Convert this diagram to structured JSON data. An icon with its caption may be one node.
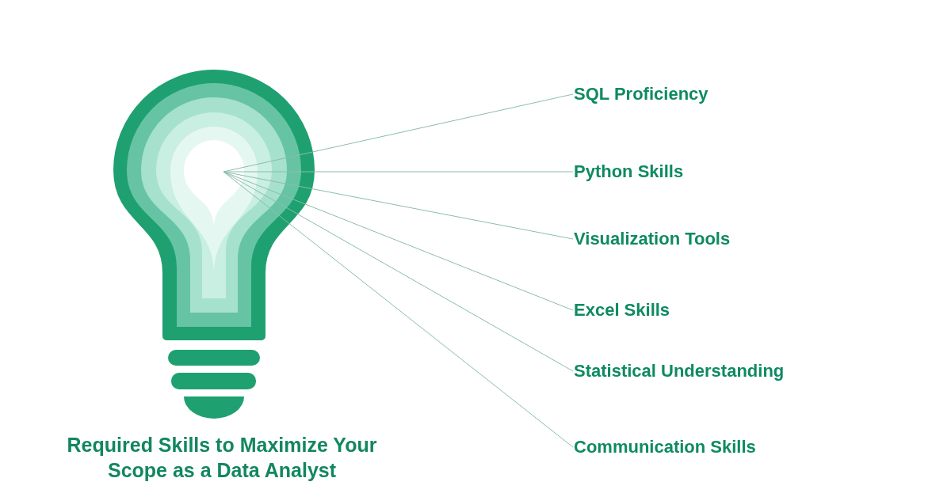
{
  "diagram": {
    "title": "Required Skills to Maximize Your Scope as a Data Analyst",
    "nodes": [
      {
        "text": [],
        "shape": "picture"
      },
      {
        "text": [
          "SQL Proficiency"
        ]
      },
      {
        "text": [
          "Python Skills"
        ]
      },
      {
        "text": [
          "Visualization Tools"
        ]
      },
      {
        "text": [
          "Excel Skills"
        ]
      },
      {
        "text": [
          "Statistical Understanding"
        ]
      },
      {
        "text": [
          "Communication Skills"
        ]
      }
    ],
    "edges": [
      {
        "from": 0,
        "to": 1,
        "arrow": "none"
      },
      {
        "from": 0,
        "to": 2,
        "arrow": "none"
      },
      {
        "from": 0,
        "to": 3,
        "arrow": "none"
      },
      {
        "from": 0,
        "to": 4,
        "arrow": "none"
      },
      {
        "from": 0,
        "to": 5,
        "arrow": "none"
      },
      {
        "from": 0,
        "to": 6,
        "arrow": "none"
      }
    ]
  }
}
